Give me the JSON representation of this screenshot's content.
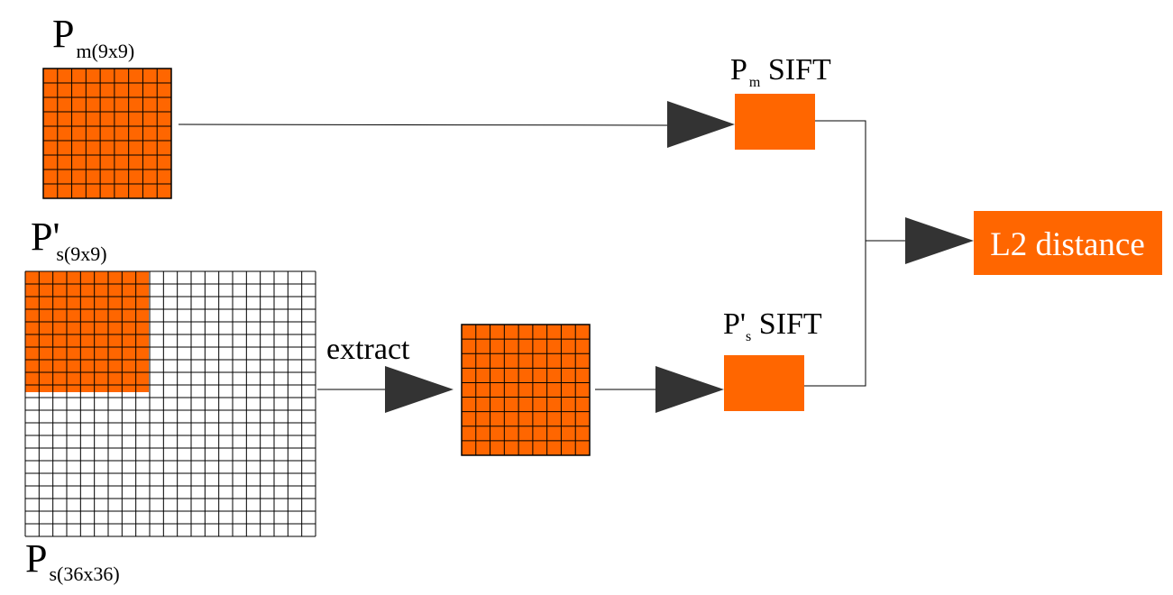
{
  "labels": {
    "pm": {
      "main": "P",
      "sub": "m(9x9)"
    },
    "ps_prime": {
      "main": "P'",
      "sub": "s(9x9)"
    },
    "ps": {
      "main": "P",
      "sub": "s(36x36)"
    },
    "extract": "extract",
    "pm_sift": {
      "main": "P",
      "sub": "m",
      "suffix": " SIFT"
    },
    "ps_sift": {
      "main": "P'",
      "sub": "s",
      "suffix": " SIFT"
    },
    "l2": "L2 distance"
  },
  "colors": {
    "accent": "#ff6600",
    "arrow": "#333333",
    "line": "#000000"
  }
}
